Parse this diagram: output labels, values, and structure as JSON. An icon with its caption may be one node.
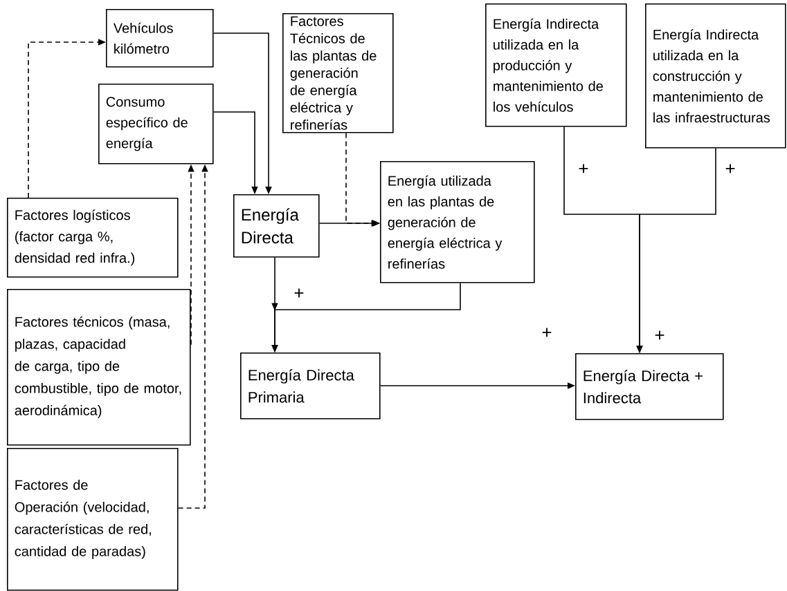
{
  "diagram": {
    "nodes": [
      {
        "text": [
          "Vehículos kilómetro"
        ]
      },
      {
        "text": [
          "Consumo específico de energía"
        ]
      },
      {
        "text": [
          "Factores Técnicos de las plantas de generación de energía eléctrica y refinerías"
        ]
      },
      {
        "text": [
          "Energía Indirecta utilizada en la producción y mantenimiento de los vehículos"
        ]
      },
      {
        "text": [
          "Energía Indirecta utilizada en la construcción y mantenimiento de las infraestructuras"
        ]
      },
      {
        "text": [
          "Factores logísticos (factor carga %, densidad red infra.)"
        ]
      },
      {
        "text": [
          "Energía Directa"
        ]
      },
      {
        "text": [
          "Energía utilizada en las plantas de generación de energía eléctrica y refinerías"
        ]
      },
      {
        "text": [
          "Factores técnicos (masa, plazas, capacidad de carga, tipo de combustible, tipo de motor, aerodinámica)"
        ]
      },
      {
        "text": [
          "Energía Directa Primaria"
        ]
      },
      {
        "text": [
          "Energía Directa + Indirecta"
        ]
      },
      {
        "text": [
          "Factores de Operación (velocidad, características de red, cantidad de paradas)"
        ]
      }
    ],
    "edges": [
      {
        "from": 5,
        "to": 0,
        "arrow": "to",
        "style": "dashed"
      },
      {
        "from": 0,
        "to": 6,
        "arrow": "to"
      },
      {
        "from": 1,
        "to": 6,
        "arrow": "to"
      },
      {
        "from": 8,
        "to": 1,
        "arrow": "to",
        "style": "dashed"
      },
      {
        "from": 11,
        "to": 1,
        "arrow": "to",
        "style": "dashed"
      },
      {
        "from": 2,
        "to": 7,
        "arrow": "to",
        "style": "dashed"
      },
      {
        "from": 6,
        "to": 7,
        "arrow": "to"
      },
      {
        "from": 6,
        "to": 9,
        "arrow": "to"
      },
      {
        "from": 7,
        "to": 9,
        "arrow": "to",
        "label": "+"
      },
      {
        "from": 9,
        "to": 10,
        "arrow": "to",
        "label": "+"
      },
      {
        "from": 3,
        "to": 10,
        "arrow": "to",
        "label": "+"
      },
      {
        "from": 4,
        "to": 10,
        "arrow": "to",
        "label": "+"
      }
    ],
    "labels": [
      "+"
    ]
  }
}
